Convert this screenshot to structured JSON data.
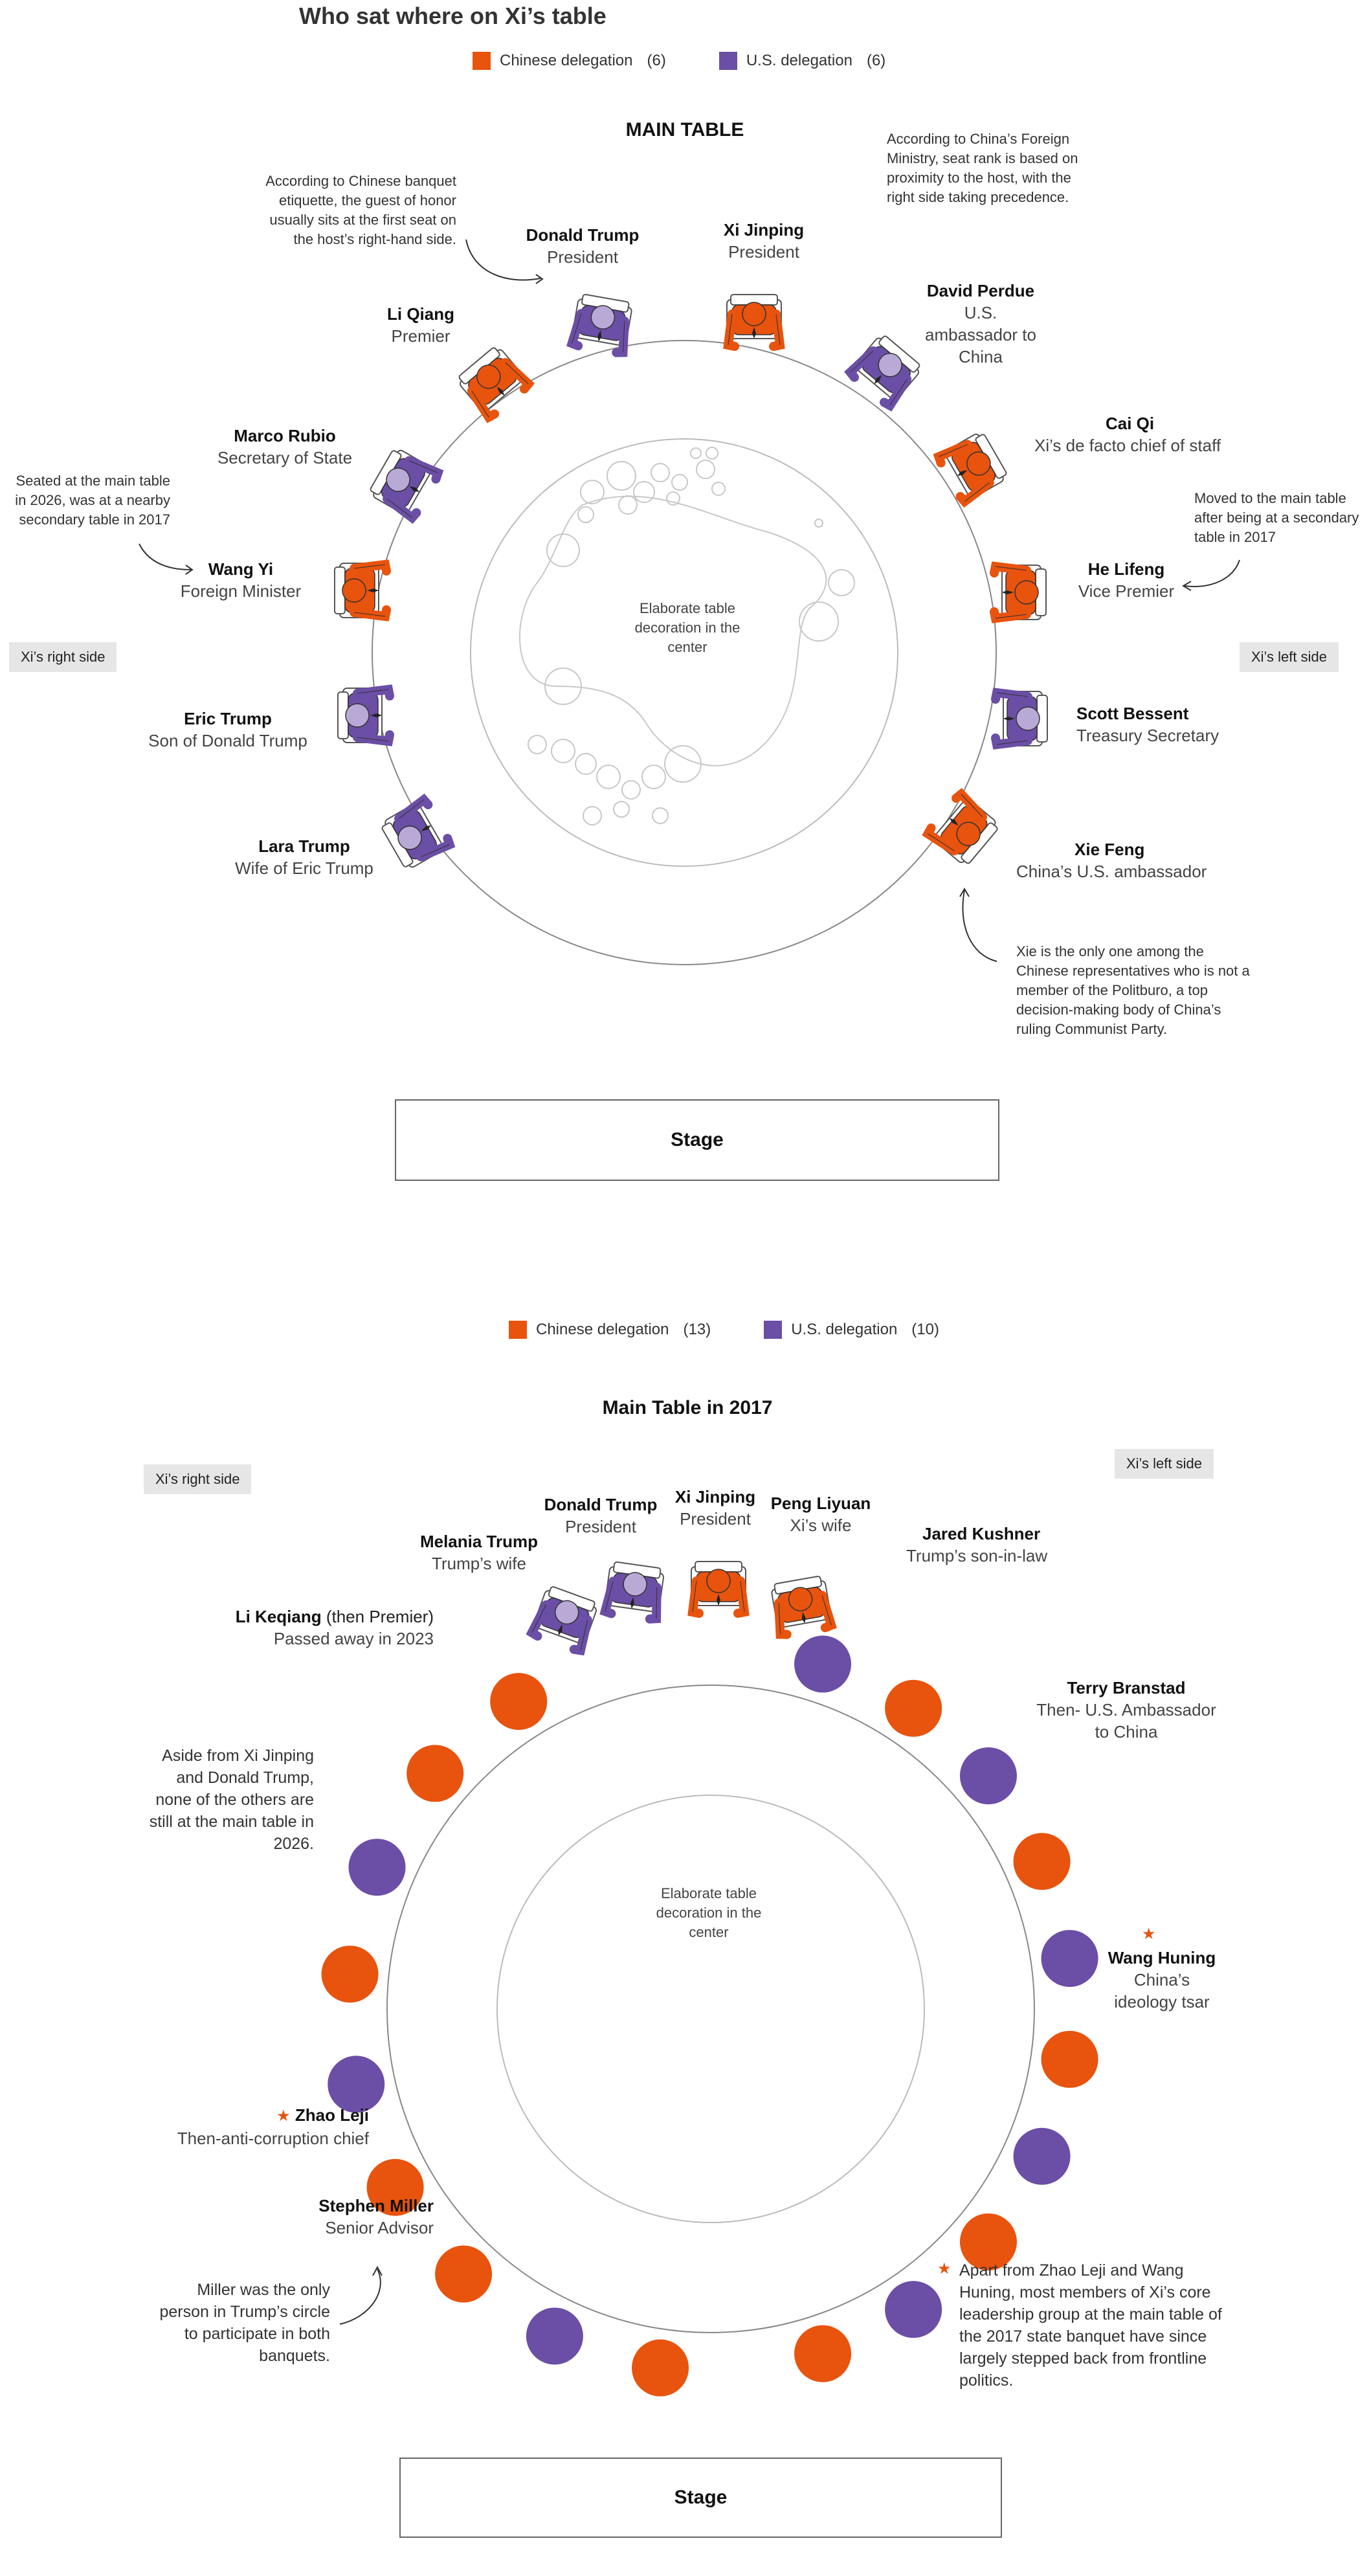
{
  "title": "Who sat where on Xi’s table",
  "colors": {
    "chinese": "#e8530e",
    "us": "#6b4ea6",
    "us_light": "#b8a9d6",
    "cn_light": "#f4c9b0"
  },
  "legend_top": {
    "chinese_label": "Chinese delegation",
    "chinese_count": "(6)",
    "us_label": "U.S. delegation",
    "us_count": "(6)"
  },
  "main_table": {
    "title": "MAIN TABLE",
    "center_note": "Elaborate table decoration in the center",
    "right_side": "Xi’s right side",
    "left_side": "Xi’s left side",
    "stage": "Stage",
    "note_etiquette": "According to Chinese banquet etiquette, the guest of honor usually sits at the first seat on the host’s right-hand side.",
    "note_rank": "According to China’s Foreign Ministry, seat rank is based on proximity to the host, with the right side taking precedence.",
    "note_wangyi": "Seated at the main table in 2026, was at a nearby secondary table in 2017",
    "note_helifeng": "Moved to the main table after being at a secondary table in 2017",
    "note_xiefeng": "Xie is the only one among the Chinese representatives who is not a member of the Politburo, a top decision-making body of China’s ruling Communist Party.",
    "people": [
      {
        "name": "Xi Jinping",
        "role": "President",
        "side": "chinese"
      },
      {
        "name": "Donald Trump",
        "role": "President",
        "side": "us"
      },
      {
        "name": "David Perdue",
        "role": "U.S. ambassador to China",
        "side": "us"
      },
      {
        "name": "Li Qiang",
        "role": "Premier",
        "side": "chinese"
      },
      {
        "name": "Cai Qi",
        "role": "Xi’s de facto chief of staff",
        "side": "chinese"
      },
      {
        "name": "Marco Rubio",
        "role": "Secretary of State",
        "side": "us"
      },
      {
        "name": "He Lifeng",
        "role": "Vice Premier",
        "side": "chinese"
      },
      {
        "name": "Wang Yi",
        "role": "Foreign Minister",
        "side": "chinese"
      },
      {
        "name": "Scott Bessent",
        "role": "Treasury Secretary",
        "side": "us"
      },
      {
        "name": "Eric Trump",
        "role": "Son of Donald Trump",
        "side": "us"
      },
      {
        "name": "Xie Feng",
        "role": "China’s U.S. ambassador",
        "side": "chinese"
      },
      {
        "name": "Lara Trump",
        "role": "Wife of Eric Trump",
        "side": "us"
      }
    ]
  },
  "legend_2017": {
    "chinese_label": "Chinese delegation",
    "chinese_count": "(13)",
    "us_label": "U.S. delegation",
    "us_count": "(10)"
  },
  "table_2017": {
    "title": "Main Table in 2017",
    "center_note": "Elaborate table decoration in the center",
    "right_side": "Xi’s right side",
    "left_side": "Xi’s left side",
    "stage": "Stage",
    "note_others": "Aside from Xi Jinping and Donald Trump, none of the others are still at the main table in 2026.",
    "note_miller": "Miller was the only person in Trump’s circle to participate in both banquets.",
    "note_star": "Apart from Zhao Leji and Wang Huning, most members of Xi’s core leadership group at the main table of the 2017 state banquet have since largely stepped back from frontline politics.",
    "people": [
      {
        "name": "Xi Jinping",
        "role": "President"
      },
      {
        "name": "Donald Trump",
        "role": "President"
      },
      {
        "name": "Peng Liyuan",
        "role": "Xi’s wife"
      },
      {
        "name": "Melania Trump",
        "role": "Trump’s wife"
      },
      {
        "name": "Jared Kushner",
        "role": "Trump’s son-in-law"
      },
      {
        "name": "Li Keqiang",
        "extra": "(then Premier)",
        "role": "Passed away in 2023"
      },
      {
        "name": "Terry Branstad",
        "role": "Then- U.S. Ambassador to China"
      },
      {
        "name": "Wang Huning",
        "role": "China’s ideology tsar"
      },
      {
        "name": "Zhao Leji",
        "role": "Then-anti-corruption chief"
      },
      {
        "name": "Stephen Miller",
        "role": "Senior Advisor"
      }
    ],
    "seat_dots_right": [
      "us",
      "cn",
      "us",
      "cn",
      "us",
      "cn",
      "us",
      "cn",
      "us",
      "cn"
    ],
    "seat_dots_left": [
      "cn",
      "cn",
      "us",
      "cn",
      "us",
      "cn",
      "cn",
      "us",
      "cn"
    ]
  }
}
